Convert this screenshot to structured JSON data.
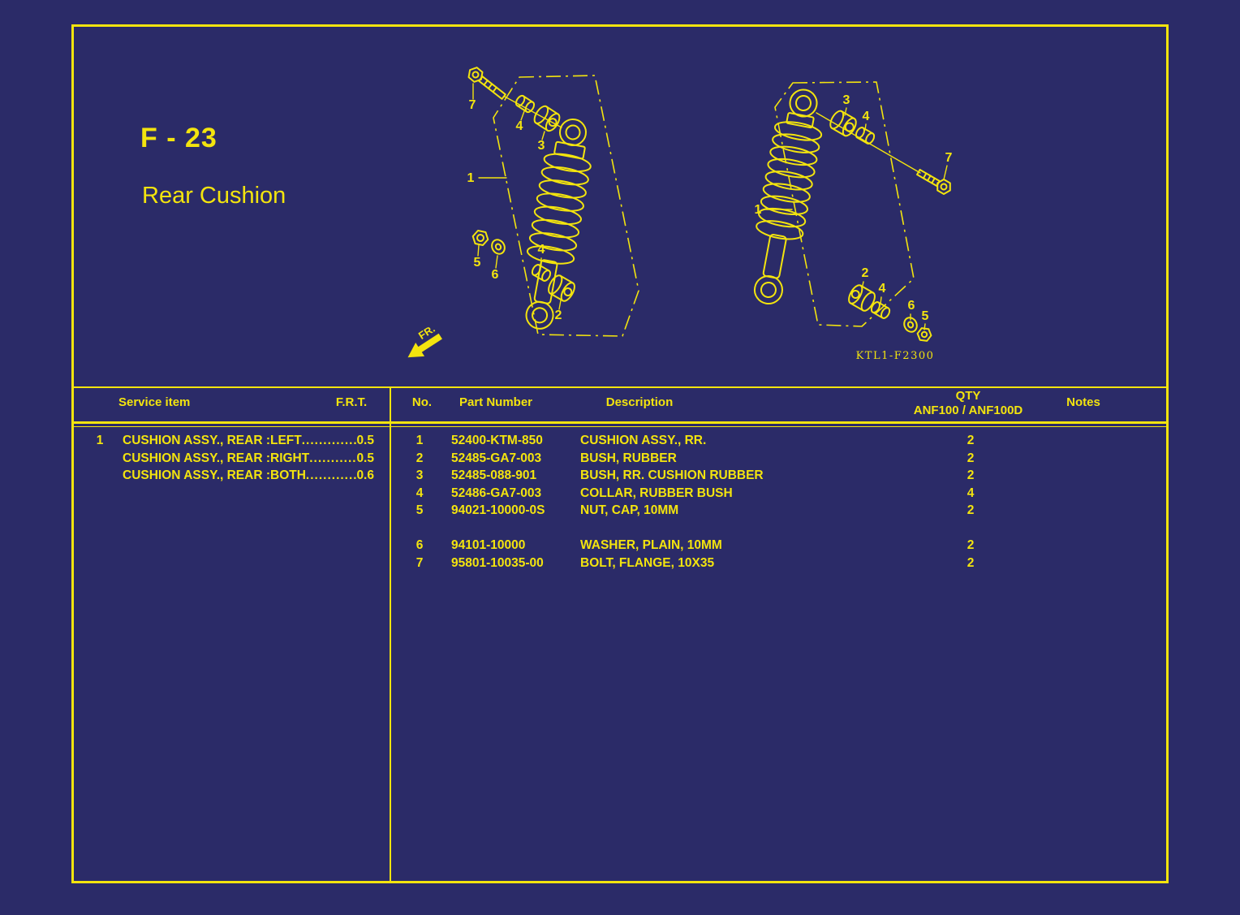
{
  "page": {
    "section_code": "F - 23",
    "section_title": "Rear Cushion",
    "figure_code": "KTL1-F2300",
    "fr_arrow_label": "FR."
  },
  "colors": {
    "background": "#2b2b68",
    "line_yellow": "#f3e40e"
  },
  "diagram": {
    "left_callouts": {
      "bolt": "7",
      "collar_top": "4",
      "bush_top": "3",
      "assembly": "1",
      "nut": "5",
      "washer": "6",
      "collar_bottom": "4",
      "bush_bottom": "2"
    },
    "right_callouts": {
      "bush_top": "3",
      "collar_top": "4",
      "bolt": "7",
      "assembly": "1",
      "bush_bottom": "2",
      "collar_bottom": "4",
      "washer": "6",
      "nut": "5"
    }
  },
  "service_table": {
    "headers": {
      "item": "Service item",
      "frt": "F.R.T."
    },
    "rows": [
      {
        "no": "1",
        "name": "CUSHION ASSY., REAR :LEFT",
        "dots": "..............",
        "frt": "0.5"
      },
      {
        "no": "",
        "name": "CUSHION ASSY., REAR :RIGHT",
        "dots": ".............",
        "frt": "0.5"
      },
      {
        "no": "",
        "name": "CUSHION ASSY., REAR :BOTH",
        "dots": "..............",
        "frt": "0.6"
      }
    ]
  },
  "parts_table": {
    "headers": {
      "no": "No.",
      "part_number": "Part Number",
      "description": "Description",
      "qty_line1": "QTY",
      "qty_line2": "ANF100 / ANF100D",
      "notes": "Notes"
    },
    "rows": [
      {
        "no": "1",
        "part_number": "52400-KTM-850",
        "description": "CUSHION ASSY., RR.",
        "qty": "2",
        "notes": ""
      },
      {
        "no": "2",
        "part_number": "52485-GA7-003",
        "description": "BUSH, RUBBER",
        "qty": "2",
        "notes": ""
      },
      {
        "no": "3",
        "part_number": "52485-088-901",
        "description": "BUSH, RR. CUSHION RUBBER",
        "qty": "2",
        "notes": ""
      },
      {
        "no": "4",
        "part_number": "52486-GA7-003",
        "description": "COLLAR, RUBBER BUSH",
        "qty": "4",
        "notes": ""
      },
      {
        "no": "5",
        "part_number": "94021-10000-0S",
        "description": "NUT, CAP, 10MM",
        "qty": "2",
        "notes": ""
      },
      {
        "no": "6",
        "part_number": "94101-10000",
        "description": "WASHER, PLAIN, 10MM",
        "qty": "2",
        "notes": ""
      },
      {
        "no": "7",
        "part_number": "95801-10035-00",
        "description": "BOLT, FLANGE, 10X35",
        "qty": "2",
        "notes": ""
      }
    ]
  }
}
